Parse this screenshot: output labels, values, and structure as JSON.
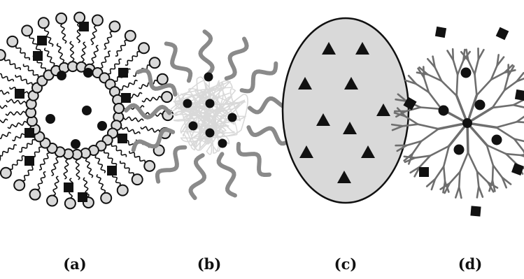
{
  "figure": {
    "panels": [
      {
        "id": "a",
        "label": "(a)",
        "icon": "liposome-icon"
      },
      {
        "id": "b",
        "label": "(b)",
        "icon": "polymeric-micelle-icon"
      },
      {
        "id": "c",
        "label": "(c)",
        "icon": "nanoparticle-icon"
      },
      {
        "id": "d",
        "label": "(d)",
        "icon": "dendrimer-icon"
      }
    ],
    "colors": {
      "ink": "#111111",
      "light_grey": "#d9d9d9",
      "mid_grey": "#8a8a8a",
      "dark_grey": "#6e6e6e",
      "background": "#ffffff"
    }
  }
}
